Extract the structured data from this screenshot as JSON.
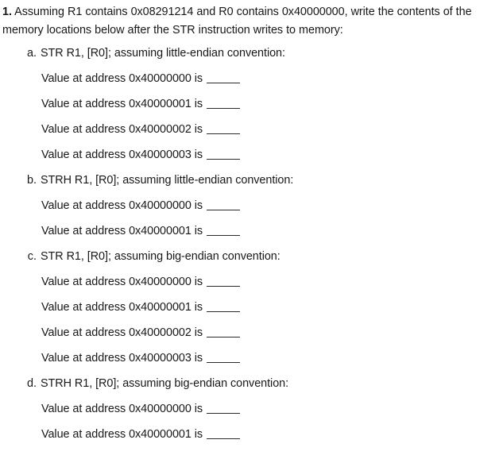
{
  "document": {
    "type": "worksheet-question",
    "background_color": "#ffffff",
    "text_color": "#181818",
    "rule_color": "#2b2b2b"
  },
  "question": {
    "number_label": "1.",
    "stem": " Assuming R1 contains 0x08291214 and R0 contains 0x40000000, write the contents of the memory locations below after the STR instruction writes to memory:",
    "register_r1_value": "0x08291214",
    "register_r0_value": "0x40000000",
    "instruction_mnemonic": "STR"
  },
  "parts": [
    {
      "marker": "a.",
      "title": "STR R1, [R0]; assuming little-endian convention:",
      "instruction": "STR",
      "endianness": "little-endian",
      "lines": [
        {
          "label": "Value at address 0x40000000 is",
          "address": "0x40000000",
          "answer": ""
        },
        {
          "label": "Value at address 0x40000001 is",
          "address": "0x40000001",
          "answer": ""
        },
        {
          "label": "Value at address 0x40000002 is",
          "address": "0x40000002",
          "answer": ""
        },
        {
          "label": "Value at address 0x40000003 is",
          "address": "0x40000003",
          "answer": ""
        }
      ]
    },
    {
      "marker": "b.",
      "title": "STRH R1, [R0]; assuming little-endian convention:",
      "instruction": "STRH",
      "endianness": "little-endian",
      "lines": [
        {
          "label": "Value at address 0x40000000 is",
          "address": "0x40000000",
          "answer": ""
        },
        {
          "label": "Value at address 0x40000001 is",
          "address": "0x40000001",
          "answer": ""
        }
      ]
    },
    {
      "marker": "c.",
      "title": "STR R1, [R0]; assuming big-endian convention:",
      "instruction": "STR",
      "endianness": "big-endian",
      "lines": [
        {
          "label": "Value at address 0x40000000 is",
          "address": "0x40000000",
          "answer": ""
        },
        {
          "label": "Value at address 0x40000001 is",
          "address": "0x40000001",
          "answer": ""
        },
        {
          "label": "Value at address 0x40000002 is",
          "address": "0x40000002",
          "answer": ""
        },
        {
          "label": "Value at address 0x40000003 is",
          "address": "0x40000003",
          "answer": ""
        }
      ]
    },
    {
      "marker": "d.",
      "title": "STRH R1, [R0]; assuming big-endian convention:",
      "instruction": "STRH",
      "endianness": "big-endian",
      "lines": [
        {
          "label": "Value at address 0x40000000 is",
          "address": "0x40000000",
          "answer": ""
        },
        {
          "label": "Value at address 0x40000001 is",
          "address": "0x40000001",
          "answer": ""
        }
      ]
    }
  ]
}
